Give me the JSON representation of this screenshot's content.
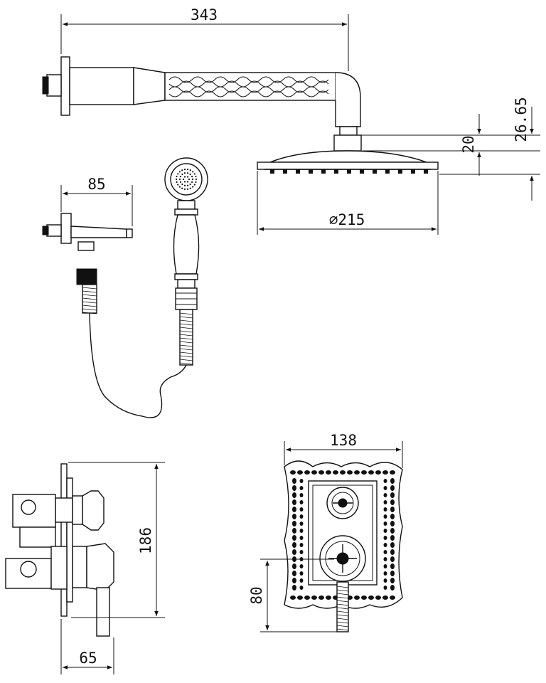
{
  "dimensions": {
    "arm_length": "343",
    "head_height": "26.65",
    "head_thickness": "20",
    "head_diameter": "⌀215",
    "holder_length": "85",
    "valve_height": "186",
    "valve_depth": "65",
    "plate_width": "138",
    "handle_height": "80"
  },
  "colors": {
    "line": "#111111",
    "background": "#ffffff"
  }
}
